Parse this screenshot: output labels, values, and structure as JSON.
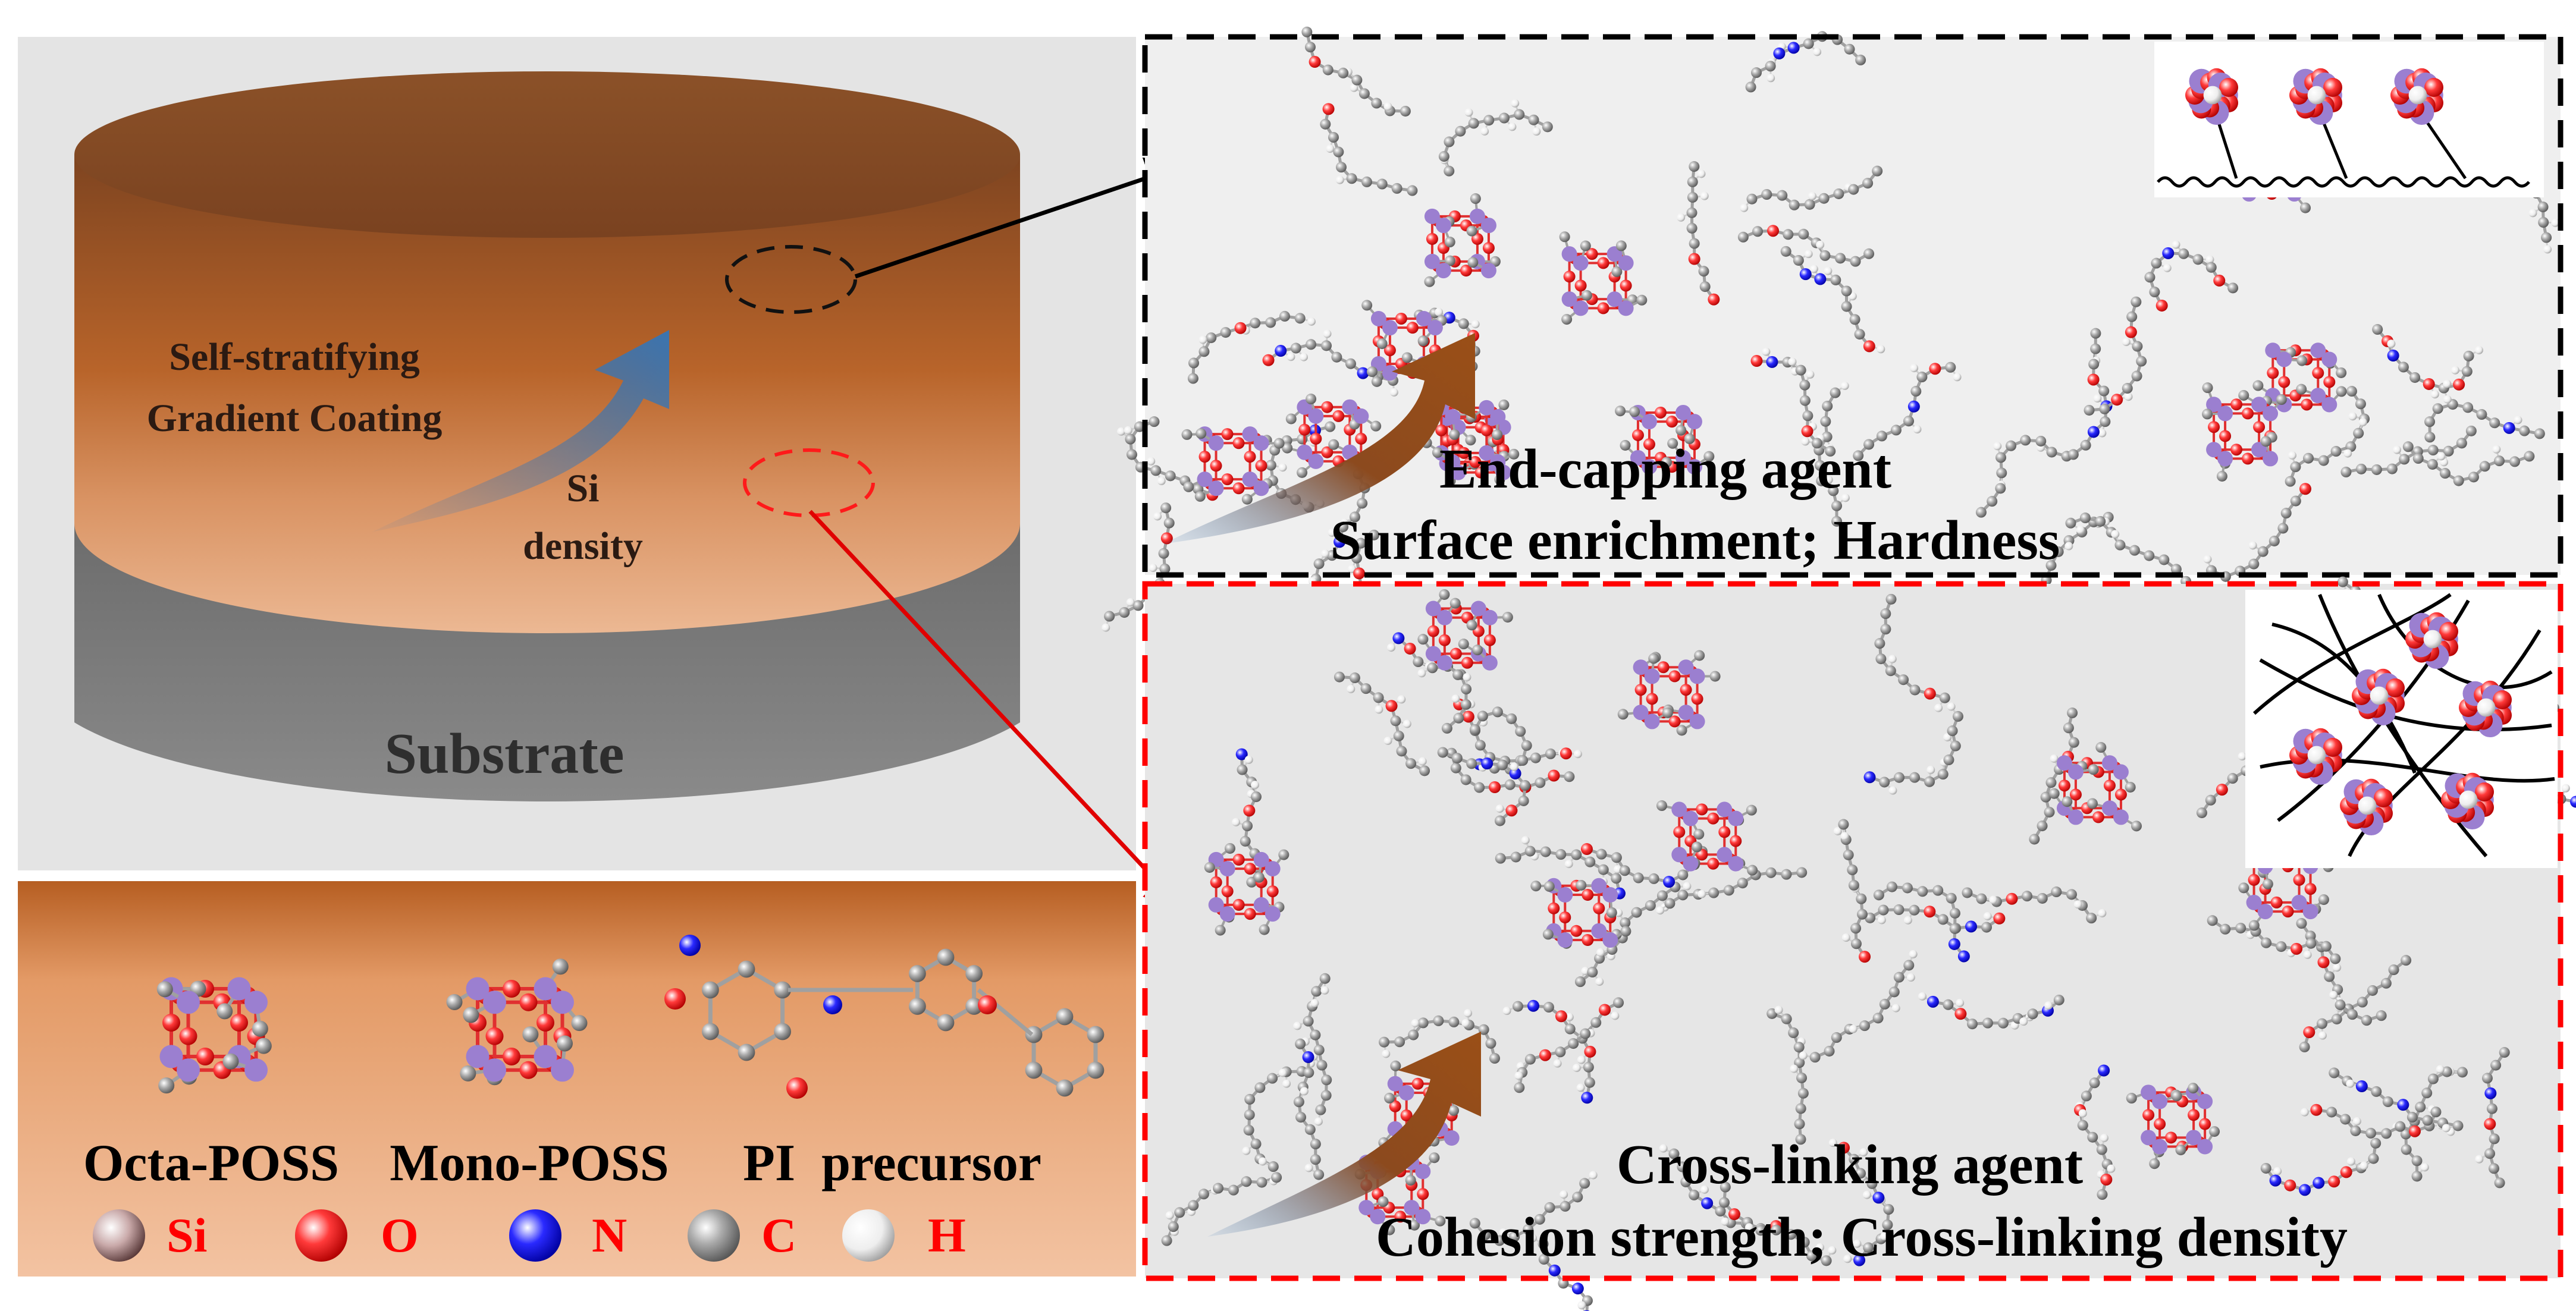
{
  "coating_panel": {
    "coating_label_line1": "Self-stratifying",
    "coating_label_line2": "Gradient Coating",
    "arrow_label_line1": "Si",
    "arrow_label_line2": "density",
    "substrate_label": "Substrate",
    "colors": {
      "coating_top": "#8a4a22",
      "coating_mid": "#b8642a",
      "coating_bottom": "#ebb48e",
      "substrate": "#7d7d7d",
      "arrow": "#3f78b4"
    }
  },
  "molecules_panel": {
    "names": [
      "Octa-POSS",
      "Mono-POSS",
      "PI  precursor"
    ],
    "legend": [
      {
        "symbol": "Si",
        "color": "#c9a9a9",
        "label_color": "#ff0000"
      },
      {
        "symbol": "O",
        "color": "#ff2222",
        "label_color": "#ff0000"
      },
      {
        "symbol": "N",
        "color": "#2222ff",
        "label_color": "#ff0000"
      },
      {
        "symbol": "C",
        "color": "#a8a8a8",
        "label_color": "#ff0000"
      },
      {
        "symbol": "H",
        "color": "#f2f2f2",
        "label_color": "#ff0000"
      }
    ]
  },
  "top_panel": {
    "title": "End-capping agent",
    "subtitle": "Surface enrichment; Hardness",
    "border_color": "#000000"
  },
  "bottom_panel": {
    "title": "Cross-linking agent",
    "subtitle": "Cohesion strength; Cross-linking density",
    "border_color": "#ff0000"
  }
}
